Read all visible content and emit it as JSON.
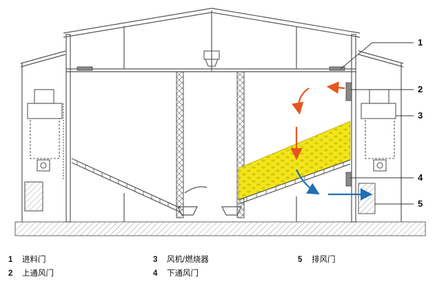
{
  "callouts": [
    "1",
    "2",
    "3",
    "4",
    "5"
  ],
  "legend": [
    {
      "num": "1",
      "label": "进料门"
    },
    {
      "num": "2",
      "label": "上通风门"
    },
    {
      "num": "3",
      "label": "风机/燃烧器"
    },
    {
      "num": "4",
      "label": "下通风门"
    },
    {
      "num": "5",
      "label": "排风门"
    }
  ],
  "colors": {
    "line": "#555555",
    "grain": "#f2e51c",
    "grain_dots": "#d4c400",
    "hot_air_arrow": "#e8541e",
    "cool_air_arrow": "#1f6fb5",
    "ground": "#d9d9d9"
  }
}
